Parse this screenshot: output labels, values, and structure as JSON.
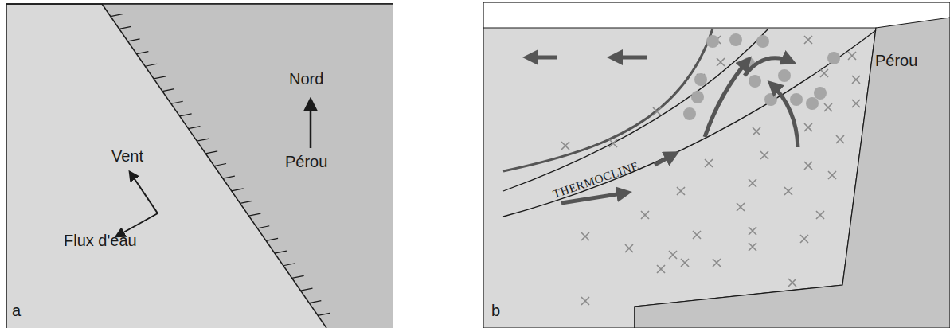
{
  "diagram": {
    "labels": [
      "Vent",
      "Flux d'eau",
      "Nord",
      "Pérou",
      "a",
      "THERMOCLINE",
      "Pérou",
      "b"
    ]
  }
}
